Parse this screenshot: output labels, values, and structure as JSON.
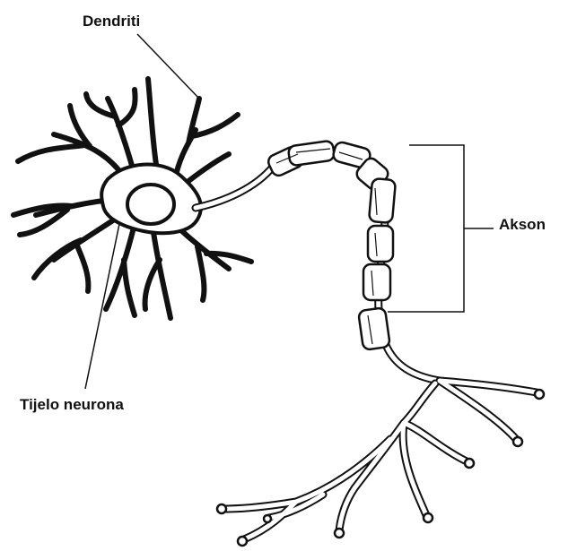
{
  "labels": {
    "dendrites": "Dendriti",
    "axon": "Akson",
    "cell_body": "Tijelo neurona"
  }
}
